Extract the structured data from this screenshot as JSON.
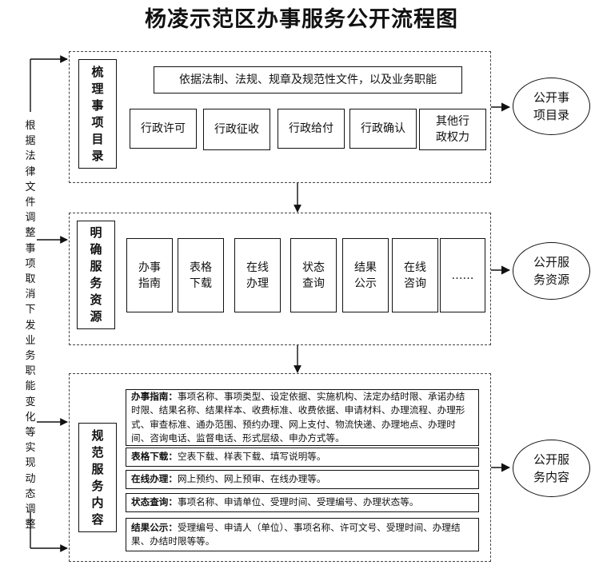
{
  "title": "杨凌示范区办事服务公开流程图",
  "side_note": "根据法律文件调整事项取消下发业务职能变化等实现动态调整",
  "section1": {
    "label": "梳理事项目录",
    "basis": "依据法制、法规、规章及规范性文件，以及业务职能",
    "items": [
      "行政许可",
      "行政征收",
      "行政给付",
      "行政确认",
      "其他行政权力"
    ],
    "output": "公开事项目录"
  },
  "section2": {
    "label": "明确服务资源",
    "items": [
      "办事指南",
      "表格下载",
      "在线办理",
      "状态查询",
      "结果公示",
      "在线咨询",
      "……"
    ],
    "output": "公开服务资源"
  },
  "section3": {
    "label": "规范服务内容",
    "details": [
      {
        "head": "办事指南：",
        "text": "事项名称、事项类型、设定依据、实施机构、法定办结时限、承诺办结时限、结果名称、结果样本、收费标准、收费依据、申请材料、办理流程、办理形式、审查标准、通办范围、预约办理、网上支付、物流快递、办理地点、办理时间、咨询电话、监督电话、形式层级、申办方式等。"
      },
      {
        "head": "表格下载：",
        "text": "空表下载、样表下载、填写说明等。"
      },
      {
        "head": "在线办理：",
        "text": "网上预约、网上预审、在线办理等。"
      },
      {
        "head": "状态查询：",
        "text": "事项名称、申请单位、受理时间、受理编号、办理状态等。"
      },
      {
        "head": "结果公示：",
        "text": "受理编号、申请人（单位）、事项名称、许可文号、受理时间、办理结果、办结时限等等。"
      }
    ],
    "output": "公开服务内容"
  }
}
